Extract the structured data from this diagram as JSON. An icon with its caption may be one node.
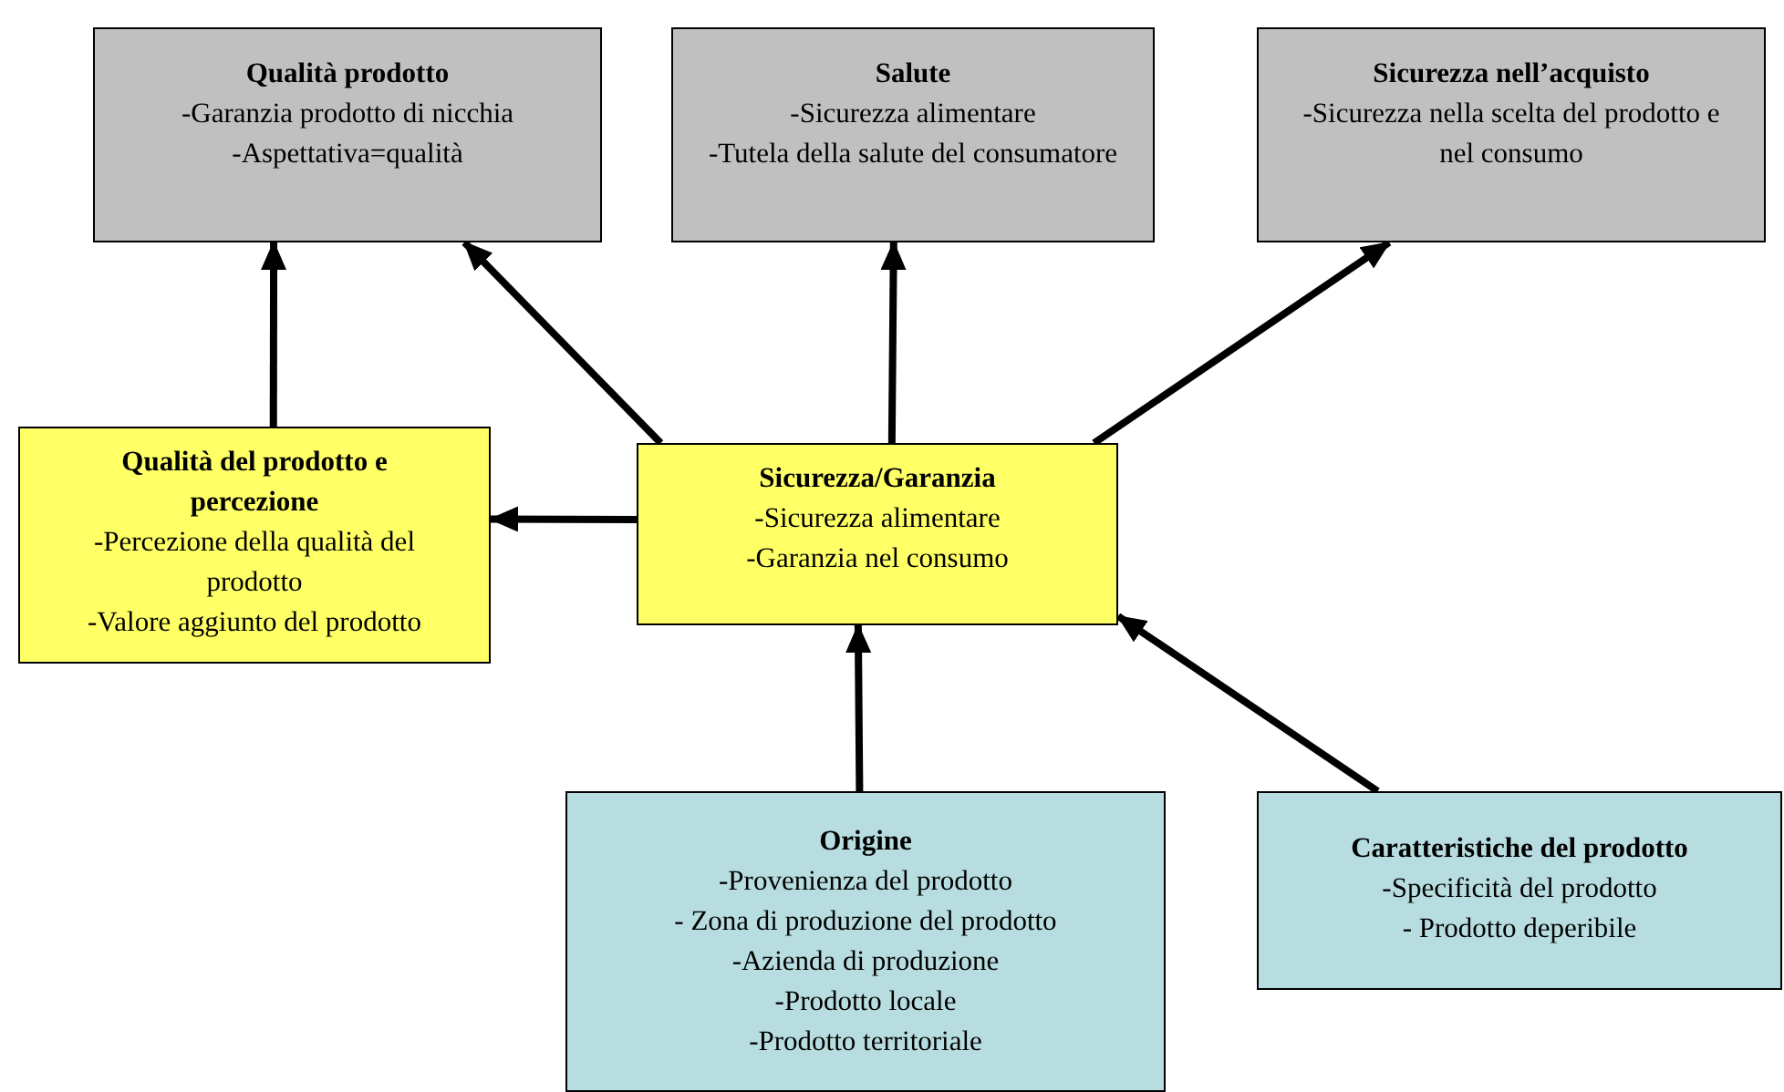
{
  "diagram": {
    "nodes": [
      {
        "text": [
          "Qualità prodotto",
          "-Garanzia prodotto di nicchia",
          "-Aspettativa=qualità"
        ]
      },
      {
        "text": [
          "Salute",
          "-Sicurezza alimentare",
          "-Tutela della salute del consumatore"
        ]
      },
      {
        "text": [
          "Sicurezza nell’acquisto",
          "-Sicurezza nella scelta del prodotto e nel consumo"
        ]
      },
      {
        "text": [
          "Qualità del prodotto e percezione",
          "-Percezione della qualità del prodotto",
          "-Valore aggiunto del prodotto"
        ]
      },
      {
        "text": [
          "Sicurezza/Garanzia",
          "-Sicurezza alimentare",
          "-Garanzia nel consumo"
        ]
      },
      {
        "text": [
          "Origine",
          "-Provenienza del prodotto",
          "- Zona di produzione del prodotto",
          "-Azienda di produzione",
          "-Prodotto locale",
          "-Prodotto territoriale"
        ]
      },
      {
        "text": [
          "Caratteristiche del prodotto",
          "-Specificità del prodotto",
          "- Prodotto deperibile"
        ]
      }
    ],
    "edges": [
      {
        "from": 3,
        "to": 0,
        "arrow": "to"
      },
      {
        "from": 4,
        "to": 0,
        "arrow": "to"
      },
      {
        "from": 4,
        "to": 1,
        "arrow": "to"
      },
      {
        "from": 4,
        "to": 2,
        "arrow": "to"
      },
      {
        "from": 4,
        "to": 3,
        "arrow": "to"
      },
      {
        "from": 5,
        "to": 4,
        "arrow": "to"
      },
      {
        "from": 6,
        "to": 4,
        "arrow": "to"
      }
    ]
  }
}
